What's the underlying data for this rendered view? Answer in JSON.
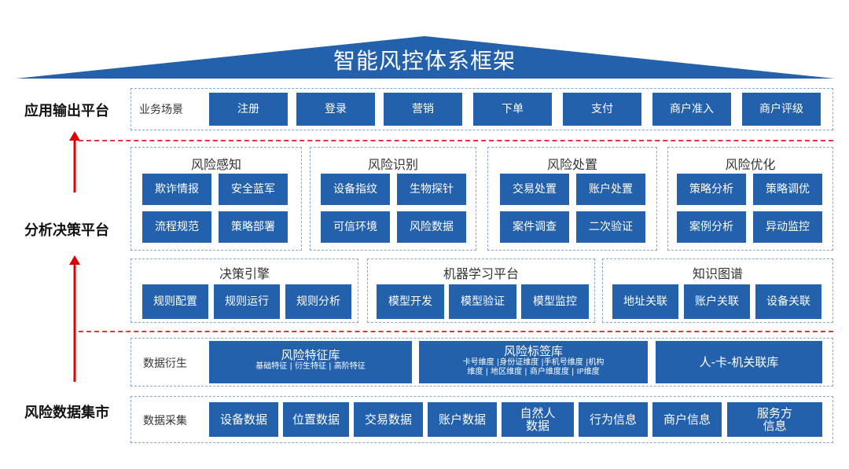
{
  "title": "智能风控体系框架",
  "colors": {
    "primary": "#2361ad",
    "arrow": "#e00000",
    "dash_border": "#7fa7d8",
    "separator": "#e6343a"
  },
  "layers": {
    "application": "应用输出平台",
    "analysis": "分析决策平台",
    "data_market": "风险数据集市"
  },
  "business": {
    "label": "业务场景",
    "items": [
      "注册",
      "登录",
      "营销",
      "下单",
      "支付",
      "商户准入",
      "商户评级"
    ]
  },
  "risk_groups": [
    {
      "title": "风险感知",
      "items": [
        "欺诈情报",
        "安全蓝军",
        "流程规范",
        "策略部署"
      ]
    },
    {
      "title": "风险识别",
      "items": [
        "设备指纹",
        "生物探针",
        "可信环境",
        "风险数据"
      ]
    },
    {
      "title": "风险处置",
      "items": [
        "交易处置",
        "账户处置",
        "案件调查",
        "二次验证"
      ]
    },
    {
      "title": "风险优化",
      "items": [
        "策略分析",
        "策略调优",
        "案例分析",
        "异动监控"
      ]
    }
  ],
  "platforms": [
    {
      "title": "决策引擎",
      "items": [
        "规则配置",
        "规则运行",
        "规则分析"
      ]
    },
    {
      "title": "机器学习平台",
      "items": [
        "模型开发",
        "模型验证",
        "模型监控"
      ]
    },
    {
      "title": "知识图谱",
      "items": [
        "地址关联",
        "账户关联",
        "设备关联"
      ]
    }
  ],
  "derive": {
    "label": "数据衍生",
    "feature_lib": {
      "title": "风险特征库",
      "sub": "基础特征 | 衍生特征 | 高阶特征"
    },
    "tag_lib": {
      "title": "风险标签库",
      "sub1": "卡号维度 |身份证维度 |手机号维度 |机构",
      "sub2": "维度 | 地区维度 | 商户维度度 | IP维度"
    },
    "relation_lib": "人-卡-机关联库"
  },
  "collect": {
    "label": "数据采集",
    "items": [
      "设备数据",
      "位置数据",
      "交易数据",
      "账户数据",
      "自然人",
      "数据",
      "行为信息",
      "商户信息",
      "服务方",
      "信息"
    ]
  }
}
